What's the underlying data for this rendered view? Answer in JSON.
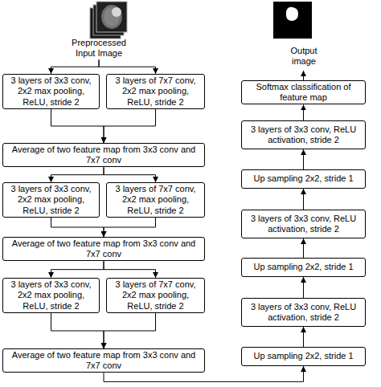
{
  "diagram": {
    "nodes": [
      {
        "text": [
          "Preprocessed Input Image"
        ]
      },
      {
        "text": [
          "3 layers of 3x3 conv, 2x2 max pooling, ReLU, stride 2"
        ]
      },
      {
        "text": [
          "3 layers of 7x7 conv, 2x2 max pooling, ReLU, stride 2"
        ]
      },
      {
        "text": [
          "Average of two feature map from 3x3 conv and 7x7 conv"
        ]
      },
      {
        "text": [
          "3 layers of 3x3 conv, 2x2 max pooling, ReLU, stride 2"
        ]
      },
      {
        "text": [
          "3 layers of 7x7 conv, 2x2 max pooling, ReLU, stride 2"
        ]
      },
      {
        "text": [
          "Average of two feature map from 3x3 conv and 7x7 conv"
        ]
      },
      {
        "text": [
          "3 layers of 3x3 conv, 2x2 max pooling, ReLU, stride 2"
        ]
      },
      {
        "text": [
          "3 layers of 7x7 conv, 2x2 max pooling, ReLU, stride 2"
        ]
      },
      {
        "text": [
          "Average of two feature map from 3x3 conv and 7x7 conv"
        ]
      },
      {
        "text": [
          "Up sampling 2x2, stride 1"
        ]
      },
      {
        "text": [
          "3 layers of 3x3 conv, ReLU activation, stride 2"
        ]
      },
      {
        "text": [
          "Up sampling 2x2, stride 1"
        ]
      },
      {
        "text": [
          "3 layers of 3x3 conv, ReLU activation, stride 2"
        ]
      },
      {
        "text": [
          "Up sampling 2x2, stride 1"
        ]
      },
      {
        "text": [
          "3 layers of 3x3 conv, ReLU activation, stride 2"
        ]
      },
      {
        "text": [
          "Softmax classification of feature map"
        ]
      },
      {
        "text": [
          "Output image"
        ]
      }
    ],
    "edges": [
      {
        "from": 0,
        "to": 1,
        "arrow": "to"
      },
      {
        "from": 0,
        "to": 2,
        "arrow": "to"
      },
      {
        "from": 1,
        "to": 3,
        "arrow": "to"
      },
      {
        "from": 2,
        "to": 3,
        "arrow": "to"
      },
      {
        "from": 3,
        "to": 4,
        "arrow": "to"
      },
      {
        "from": 3,
        "to": 5,
        "arrow": "to"
      },
      {
        "from": 4,
        "to": 6,
        "arrow": "to"
      },
      {
        "from": 5,
        "to": 6,
        "arrow": "to"
      },
      {
        "from": 6,
        "to": 7,
        "arrow": "to"
      },
      {
        "from": 6,
        "to": 8,
        "arrow": "to"
      },
      {
        "from": 7,
        "to": 9,
        "arrow": "to"
      },
      {
        "from": 8,
        "to": 9,
        "arrow": "to"
      },
      {
        "from": 9,
        "to": 10,
        "arrow": "to"
      },
      {
        "from": 10,
        "to": 11,
        "arrow": "to"
      },
      {
        "from": 11,
        "to": 12,
        "arrow": "to"
      },
      {
        "from": 12,
        "to": 13,
        "arrow": "to"
      },
      {
        "from": 13,
        "to": 14,
        "arrow": "to"
      },
      {
        "from": 14,
        "to": 15,
        "arrow": "to"
      },
      {
        "from": 15,
        "to": 16,
        "arrow": "to"
      },
      {
        "from": 16,
        "to": 17,
        "arrow": "to"
      }
    ]
  }
}
